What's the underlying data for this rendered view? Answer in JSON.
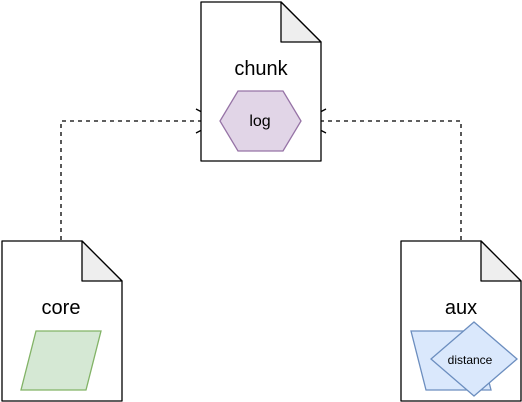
{
  "nodes": {
    "chunk": {
      "label": "chunk",
      "shape_label": "log",
      "shape_kind": "hexagon",
      "fill": "#e1d5e7",
      "stroke": "#9673a6"
    },
    "core": {
      "label": "core",
      "shape_kind": "parallelogram",
      "fill": "#d5e8d4",
      "stroke": "#82b366"
    },
    "aux": {
      "label": "aux",
      "shape_label": "distance",
      "shape_kind": "parallelogram-with-diamond",
      "fill": "#dae8fc",
      "stroke": "#6c8ebf"
    }
  },
  "edges": [
    {
      "from": "core",
      "to": "chunk",
      "style": "dashed",
      "arrowhead": "open-cross"
    },
    {
      "from": "aux",
      "to": "chunk",
      "style": "dashed",
      "arrowhead": "open-cross"
    }
  ],
  "colors": {
    "document_fill": "#ffffff",
    "document_fold": "#eeeeee",
    "line": "#000000"
  }
}
